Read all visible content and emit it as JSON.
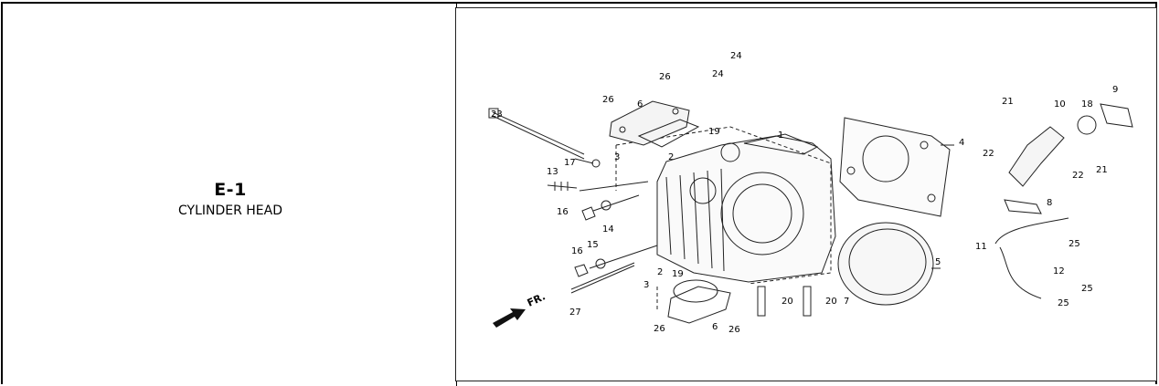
{
  "section": {
    "code": "E-1",
    "title": "CYLINDER HEAD"
  },
  "diagram": {
    "direction_label": "FR.",
    "part_numbers": [
      "1",
      "2",
      "3",
      "4",
      "5",
      "6",
      "7",
      "8",
      "9",
      "10",
      "11",
      "12",
      "13",
      "14",
      "15",
      "16",
      "17",
      "18",
      "19",
      "20",
      "21",
      "22",
      "23",
      "24",
      "25",
      "26",
      "27"
    ]
  }
}
